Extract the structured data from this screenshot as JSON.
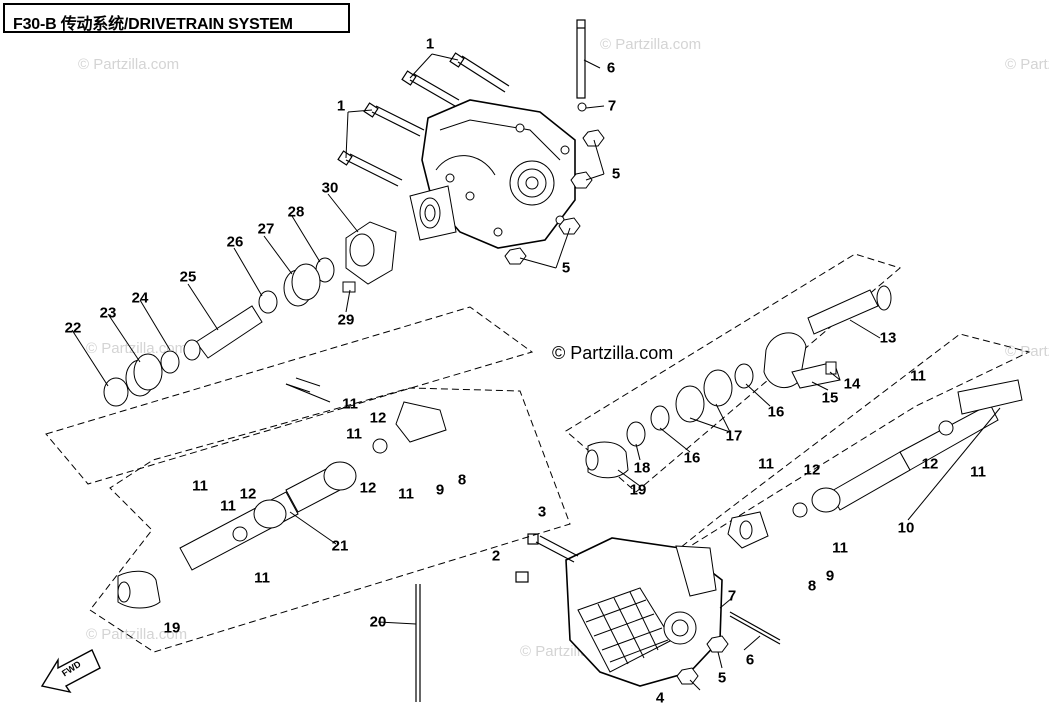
{
  "title": "F30-B 传动系统/DRIVETRAIN SYSTEM",
  "watermark": "© Partzilla.com",
  "fwd_label": "FWD",
  "callouts": [
    {
      "id": "c1a",
      "label": "1"
    },
    {
      "id": "c1b",
      "label": "1"
    },
    {
      "id": "c6a",
      "label": "6"
    },
    {
      "id": "c7a",
      "label": "7"
    },
    {
      "id": "c5a",
      "label": "5"
    },
    {
      "id": "c5b",
      "label": "5"
    },
    {
      "id": "c30",
      "label": "30"
    },
    {
      "id": "c28",
      "label": "28"
    },
    {
      "id": "c27",
      "label": "27"
    },
    {
      "id": "c26",
      "label": "26"
    },
    {
      "id": "c25",
      "label": "25"
    },
    {
      "id": "c24",
      "label": "24"
    },
    {
      "id": "c23",
      "label": "23"
    },
    {
      "id": "c22",
      "label": "22"
    },
    {
      "id": "c29",
      "label": "29"
    },
    {
      "id": "c13",
      "label": "13"
    },
    {
      "id": "c14",
      "label": "14"
    },
    {
      "id": "c15",
      "label": "15"
    },
    {
      "id": "c16a",
      "label": "16"
    },
    {
      "id": "c17",
      "label": "17"
    },
    {
      "id": "c16b",
      "label": "16"
    },
    {
      "id": "c18",
      "label": "18"
    },
    {
      "id": "c19a",
      "label": "19"
    },
    {
      "id": "c11a",
      "label": "11"
    },
    {
      "id": "c12a",
      "label": "12"
    },
    {
      "id": "c11b",
      "label": "11"
    },
    {
      "id": "c12b",
      "label": "12"
    },
    {
      "id": "c11c",
      "label": "11"
    },
    {
      "id": "c9a",
      "label": "9"
    },
    {
      "id": "c8a",
      "label": "8"
    },
    {
      "id": "c11d",
      "label": "11"
    },
    {
      "id": "c12c",
      "label": "12"
    },
    {
      "id": "c11e",
      "label": "11"
    },
    {
      "id": "c21",
      "label": "21"
    },
    {
      "id": "c19b",
      "label": "19"
    },
    {
      "id": "c11f",
      "label": "11"
    },
    {
      "id": "c12d",
      "label": "12"
    },
    {
      "id": "c11g",
      "label": "11"
    },
    {
      "id": "c11h",
      "label": "11"
    },
    {
      "id": "c12e",
      "label": "12"
    },
    {
      "id": "c11i",
      "label": "11"
    },
    {
      "id": "c10",
      "label": "10"
    },
    {
      "id": "c3",
      "label": "3"
    },
    {
      "id": "c2",
      "label": "2"
    },
    {
      "id": "c8b",
      "label": "8"
    },
    {
      "id": "c9b",
      "label": "9"
    },
    {
      "id": "c7b",
      "label": "7"
    },
    {
      "id": "c6b",
      "label": "6"
    },
    {
      "id": "c5c",
      "label": "5"
    },
    {
      "id": "c4",
      "label": "4"
    },
    {
      "id": "c20",
      "label": "20"
    }
  ]
}
